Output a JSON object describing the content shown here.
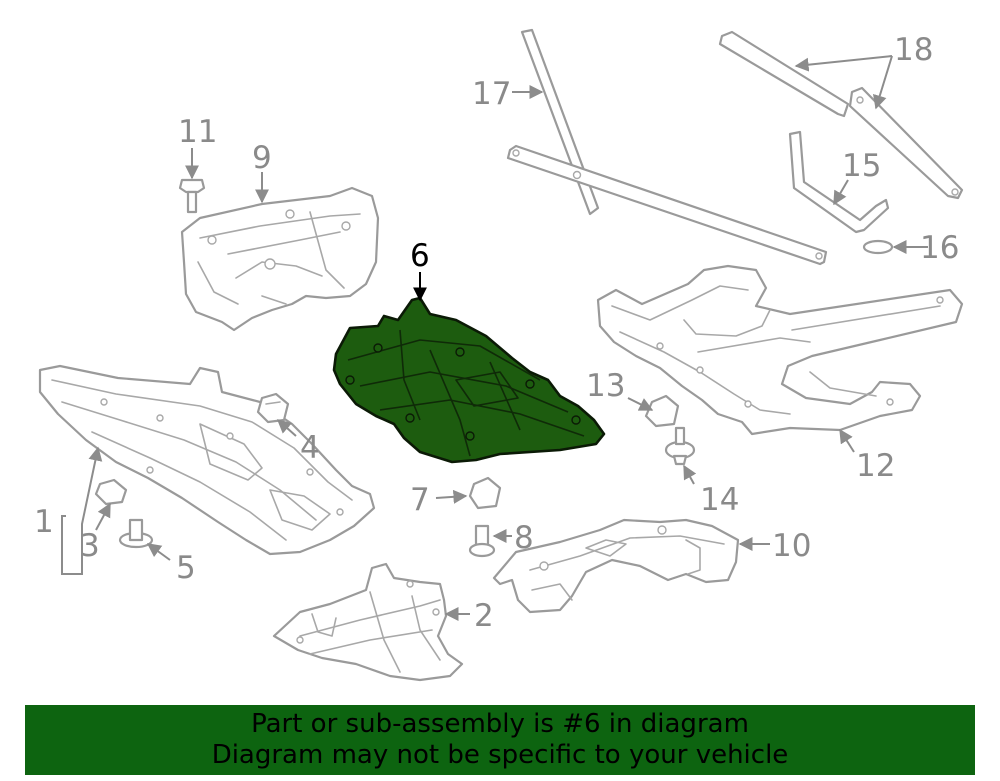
{
  "diagram": {
    "callouts": {
      "c1": "1",
      "c2": "2",
      "c3": "3",
      "c4": "4",
      "c5": "5",
      "c6": "6",
      "c7": "7",
      "c8": "8",
      "c9": "9",
      "c10": "10",
      "c11": "11",
      "c12": "12",
      "c13": "13",
      "c14": "14",
      "c15": "15",
      "c16": "16",
      "c17": "17",
      "c18": "18"
    },
    "highlight_color": "#1d5c0f",
    "line_color": "#9a9a9a"
  },
  "banner": {
    "line1": "Part or sub-assembly is #6 in diagram",
    "line2": "Diagram may not be specific to your vehicle",
    "background": "#0d6410"
  }
}
